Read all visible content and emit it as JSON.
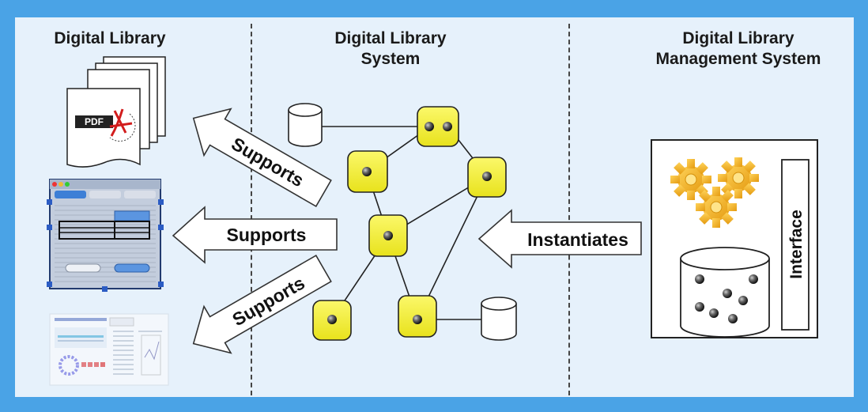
{
  "headers": {
    "col1": "Digital Library",
    "col2_line1": "Digital Library",
    "col2_line2": "System",
    "col3_line1": "Digital Library",
    "col3_line2": "Management System"
  },
  "arrows": {
    "top": "Supports",
    "middle": "Supports",
    "bottom": "Supports",
    "right": "Instantiates"
  },
  "dlms": {
    "interface_label": "Interface"
  },
  "document": {
    "pdf_label": "PDF"
  },
  "colors": {
    "background_frame": "#4aa3e6",
    "canvas": "#e6f1fb",
    "node_fill": "#f2ee2a",
    "gear": "#f0b21a"
  },
  "icons": [
    "pdf-document-stack-icon",
    "app-window-icon",
    "report-screenshot-icon",
    "database-icon",
    "service-node-icon",
    "gear-icon"
  ]
}
